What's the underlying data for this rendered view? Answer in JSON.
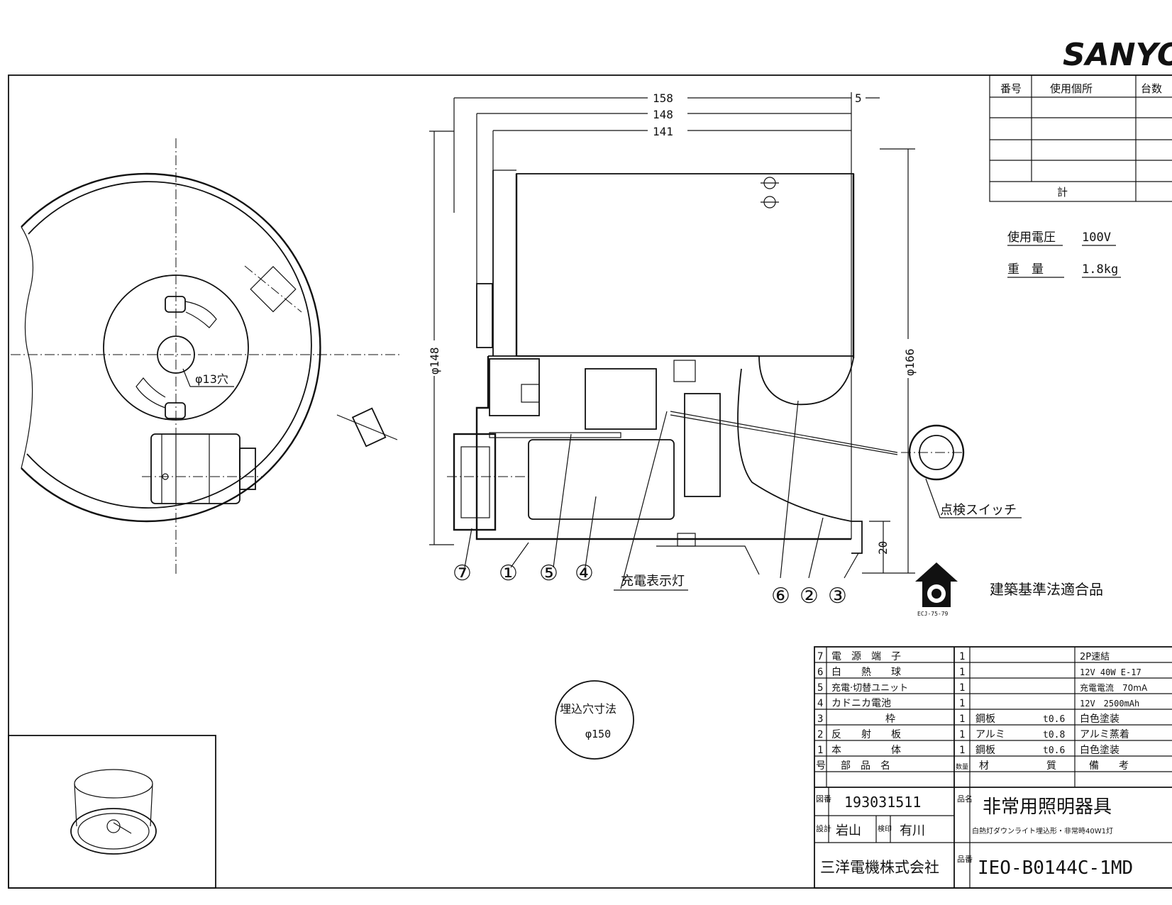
{
  "brand": "SANYO",
  "usage_table": {
    "headers": [
      "番号",
      "使用個所",
      "台数"
    ],
    "total_label": "計"
  },
  "specs": {
    "voltage_label": "使用電圧",
    "voltage_value": "100V",
    "weight_label": "重　量",
    "weight_value": "1.8kg"
  },
  "dimensions": {
    "w158": "158",
    "w148": "148",
    "w141": "141",
    "gap5": "5",
    "dia148": "φ148",
    "dia166": "φ166",
    "h20": "20",
    "hole13": "φ13穴"
  },
  "callouts": {
    "c1": "①",
    "c2": "②",
    "c3": "③",
    "c4": "④",
    "c5": "⑤",
    "c6": "⑥",
    "c7": "⑦",
    "charge_lamp": "充電表示灯",
    "test_switch": "点検スイッチ"
  },
  "compliance": {
    "label": "建築基準法適合品",
    "mark_code": "ECJ-75-79"
  },
  "cutout": {
    "label": "埋込穴寸法",
    "value": "φ150"
  },
  "parts_table": {
    "rows": [
      {
        "no": "7",
        "name": "電　源　端　子",
        "qty": "1",
        "material": "",
        "thick": "",
        "note": "2P速結"
      },
      {
        "no": "6",
        "name": "白　　熱　　球",
        "qty": "1",
        "material": "",
        "thick": "",
        "note": "12V 40W E-17"
      },
      {
        "no": "5",
        "name": "充電·切替ユニット",
        "qty": "1",
        "material": "",
        "thick": "",
        "note": "充電電流　70mA"
      },
      {
        "no": "4",
        "name": "カドニカ電池",
        "qty": "1",
        "material": "",
        "thick": "",
        "note": "12V　2500mAh"
      },
      {
        "no": "3",
        "name": "枠",
        "qty": "1",
        "material": "鋼板",
        "thick": "t0.6",
        "note": "白色塗装"
      },
      {
        "no": "2",
        "name": "反　　射　　板",
        "qty": "1",
        "material": "アルミ",
        "thick": "t0.8",
        "note": "アルミ蒸着"
      },
      {
        "no": "1",
        "name": "本　　　　　体",
        "qty": "1",
        "material": "鋼板",
        "thick": "t0.6",
        "note": "白色塗装"
      }
    ],
    "header": {
      "no": "号",
      "name": "部　品　名",
      "qty": "数量",
      "material": "材",
      "thick": "質",
      "note": "備　　考"
    }
  },
  "title_block": {
    "drawing_no_label": "図番",
    "drawing_no": "193031511",
    "design_label": "設計",
    "designer": "岩山",
    "approve_label": "検印",
    "approver": "有川",
    "company": "三洋電機株式会社",
    "product_name_label": "品名",
    "product_name": "非常用照明器具",
    "product_desc": "白熱灯ダウンライト埋込形・非常時40W1灯",
    "product_no_label": "品番",
    "product_no": "IEO-B0144C-1MD"
  }
}
